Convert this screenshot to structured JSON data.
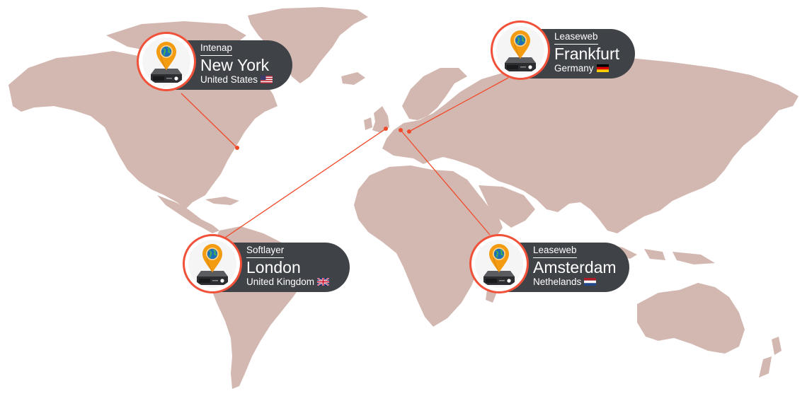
{
  "map": {
    "land_color": "#d3b8b1",
    "line_color": "#f04a2a",
    "pin_color": "#f39c12",
    "globe_color": "#1d6fb8"
  },
  "locations": [
    {
      "provider": "Intenap",
      "city": "New York",
      "country": "United States",
      "flag": "us-flag-icon"
    },
    {
      "provider": "Leaseweb",
      "city": "Frankfurt",
      "country": "Germany",
      "flag": "de-flag-icon"
    },
    {
      "provider": "Softlayer",
      "city": "London",
      "country": "United Kingdom",
      "flag": "gb-flag-icon"
    },
    {
      "provider": "Leaseweb",
      "city": "Amsterdam",
      "country": "Nethelands",
      "flag": "nl-flag-icon"
    }
  ]
}
